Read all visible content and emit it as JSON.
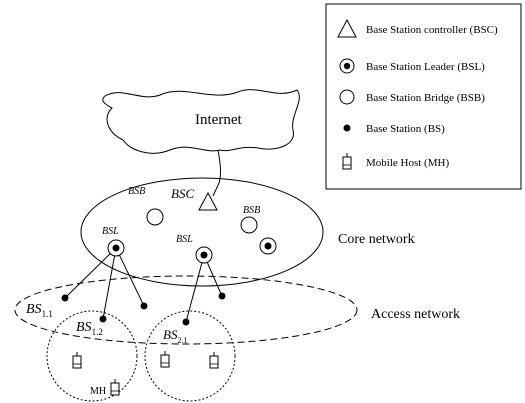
{
  "legend": {
    "items": [
      {
        "icon": "triangle-icon",
        "label": "Base Station controller (BSC)"
      },
      {
        "icon": "dotted-circle-icon",
        "label": "Base Station Leader (BSL)"
      },
      {
        "icon": "hollow-circle-icon",
        "label": "Base Station Bridge (BSB)"
      },
      {
        "icon": "filled-dot-icon",
        "label": "Base Station (BS)"
      },
      {
        "icon": "mobile-host-icon",
        "label": "Mobile Host (MH)"
      }
    ]
  },
  "cloud": {
    "label": "Internet"
  },
  "core": {
    "label": "Core network",
    "bsc_label": "BSC",
    "bsb_label": "BSB",
    "bsl_label": "BSL"
  },
  "access": {
    "label": "Access network",
    "bs_label": "BS",
    "sub_1_1": "1.1",
    "sub_1_2": "1.2",
    "sub_2_1": "2.1"
  },
  "mh_label": "MH"
}
